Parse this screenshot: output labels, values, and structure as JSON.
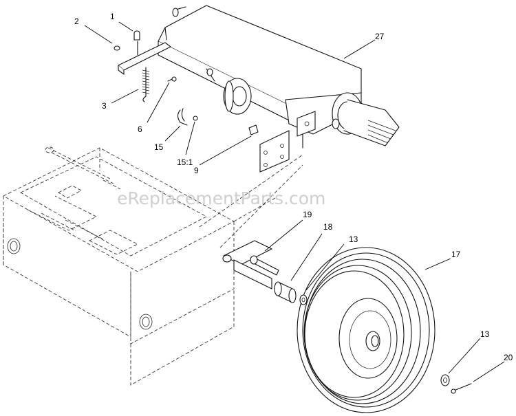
{
  "watermark": "eReplacementParts.com",
  "callouts": [
    {
      "id": "c1",
      "label": "1"
    },
    {
      "id": "c2",
      "label": "2"
    },
    {
      "id": "c3",
      "label": "3"
    },
    {
      "id": "c6",
      "label": "6"
    },
    {
      "id": "c15",
      "label": "15"
    },
    {
      "id": "c151",
      "label": "15:1"
    },
    {
      "id": "c9",
      "label": "9"
    },
    {
      "id": "c27",
      "label": "27"
    },
    {
      "id": "c19",
      "label": "19"
    },
    {
      "id": "c18",
      "label": "18"
    },
    {
      "id": "c13a",
      "label": "13"
    },
    {
      "id": "c17",
      "label": "17"
    },
    {
      "id": "c13b",
      "label": "13"
    },
    {
      "id": "c20",
      "label": "20"
    }
  ]
}
